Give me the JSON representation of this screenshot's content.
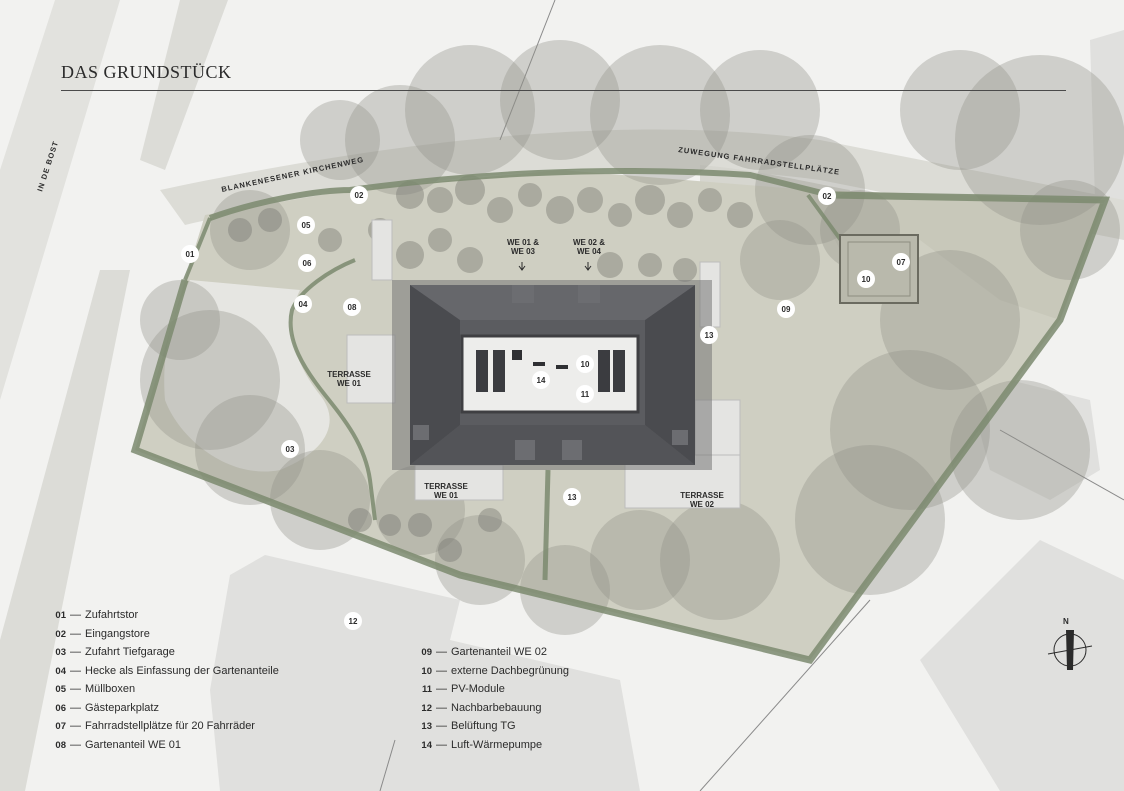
{
  "title": "DAS GRUNDSTÜCK",
  "streets": {
    "in_de_bost": "IN DE BOST",
    "kirchenweg": "BLANKENESENER KIRCHENWEG",
    "zuwegung": "ZUWEGUNG FAHRRADSTELLPLÄTZE"
  },
  "labels": {
    "we01_03": [
      "WE 01 &",
      "WE 03"
    ],
    "we02_04": [
      "WE 02 &",
      "WE 04"
    ],
    "terrasse_we01_a": [
      "TERRASSE",
      "WE 01"
    ],
    "terrasse_we01_b": [
      "TERRASSE",
      "WE 01"
    ],
    "terrasse_we02": [
      "TERRASSE",
      "WE 02"
    ]
  },
  "markers": [
    "01",
    "02",
    "02",
    "03",
    "04",
    "05",
    "06",
    "07",
    "08",
    "09",
    "10",
    "10",
    "11",
    "12",
    "13",
    "13",
    "14"
  ],
  "compass_label": "N",
  "legend_left": [
    {
      "num": "01",
      "text": "Zufahrtstor"
    },
    {
      "num": "02",
      "text": "Eingangstore"
    },
    {
      "num": "03",
      "text": "Zufahrt Tiefgarage"
    },
    {
      "num": "04",
      "text": "Hecke als Einfassung der Gartenanteile"
    },
    {
      "num": "05",
      "text": "Müllboxen"
    },
    {
      "num": "06",
      "text": "Gästeparkplatz"
    },
    {
      "num": "07",
      "text": "Fahrradstellplätze für 20 Fahrräder"
    },
    {
      "num": "08",
      "text": "Gartenanteil WE 01"
    }
  ],
  "legend_right": [
    {
      "num": "09",
      "text": "Gartenanteil WE 02"
    },
    {
      "num": "10",
      "text": "externe Dachbegrünung"
    },
    {
      "num": "11",
      "text": "PV-Module"
    },
    {
      "num": "12",
      "text": "Nachbarbebauung"
    },
    {
      "num": "13",
      "text": "Belüftung TG"
    },
    {
      "num": "14",
      "text": "Luft-Wärmepumpe"
    }
  ],
  "colors": {
    "background": "#f2f2f0",
    "street": "#dcdcd8",
    "garden": "#cbcbbd",
    "hedge": "#7b8a6e",
    "tree": "#9a9a92",
    "roof": "#55565a",
    "neighbour": "#dedede"
  }
}
